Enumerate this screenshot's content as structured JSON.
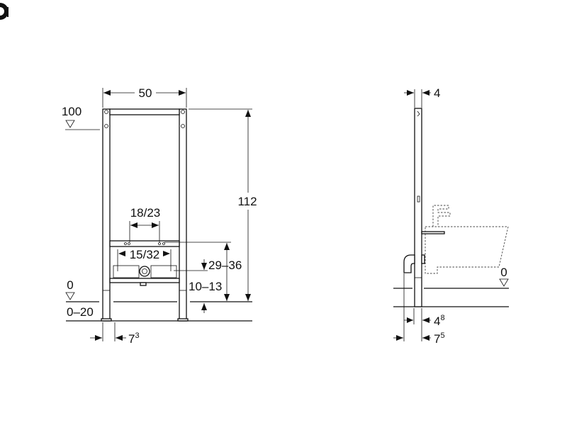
{
  "logo": {
    "text": "G"
  },
  "front_view": {
    "width": "50",
    "height": "112",
    "level_top": "100",
    "level_zero": "0",
    "floor_range": "0–20",
    "spacing_upper": "18/23",
    "spacing_lower": "15/32",
    "height_upper": "29–36",
    "height_lower": "10–13",
    "foot_offset": {
      "base": "7",
      "sup": "3"
    }
  },
  "side_view": {
    "depth": "4",
    "level_zero": "0",
    "offset_inner": {
      "base": "4",
      "sup": "8"
    },
    "offset_outer": {
      "base": "7",
      "sup": "5"
    }
  }
}
